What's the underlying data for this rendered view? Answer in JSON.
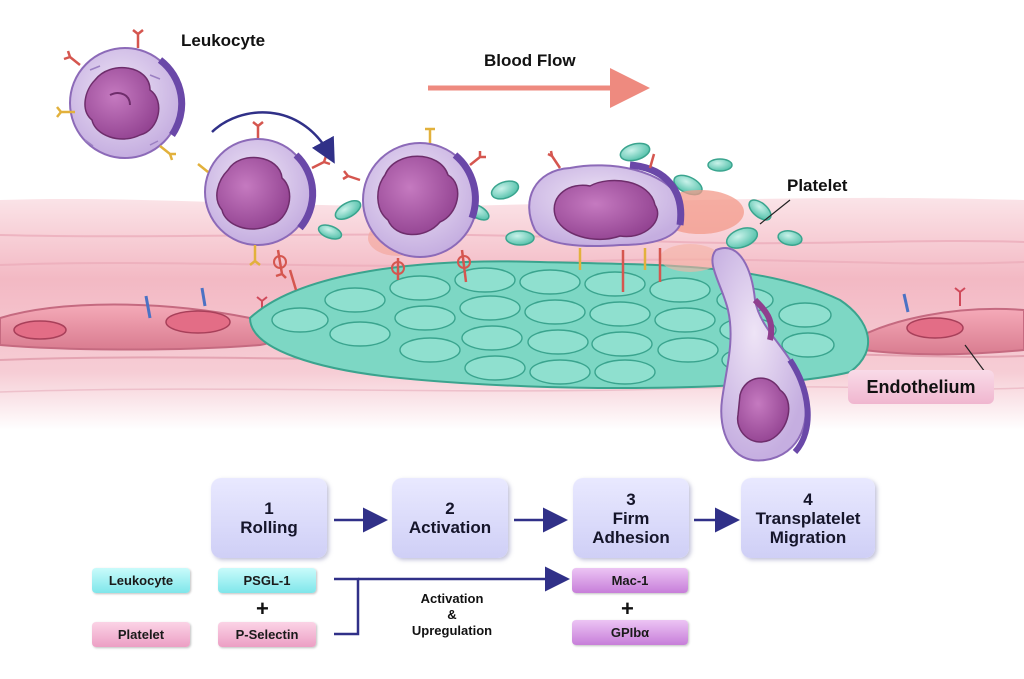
{
  "labels": {
    "leukocyte": "Leukocyte",
    "blood_flow": "Blood Flow",
    "platelet": "Platelet",
    "endothelium": "Endothelium"
  },
  "steps": [
    {
      "number": "1",
      "name": "Rolling"
    },
    {
      "number": "2",
      "name": "Activation"
    },
    {
      "number": "3",
      "name": "Firm",
      "name2": "Adhesion"
    },
    {
      "number": "4",
      "name": "Transplatelet",
      "name2": "Migration"
    }
  ],
  "legend": {
    "leukocyte": "Leukocyte",
    "platelet": "Platelet",
    "psgl1": "PSGL-1",
    "pselectin": "P-Selectin",
    "plus": "+",
    "activation_line1": "Activation",
    "activation_line2": "&",
    "activation_line3": "Upregulation",
    "mac1": "Mac-1",
    "gpib": "GPIbα"
  },
  "colors": {
    "tissue_pink": "#f2b8c6",
    "platelet_teal": "#6fd1bd",
    "cell_lilac": "#d9c6ec",
    "nucleus_purple": "#b05aa8",
    "arrow_navy": "#303088",
    "flow_arrow": "#ee8a7f"
  }
}
